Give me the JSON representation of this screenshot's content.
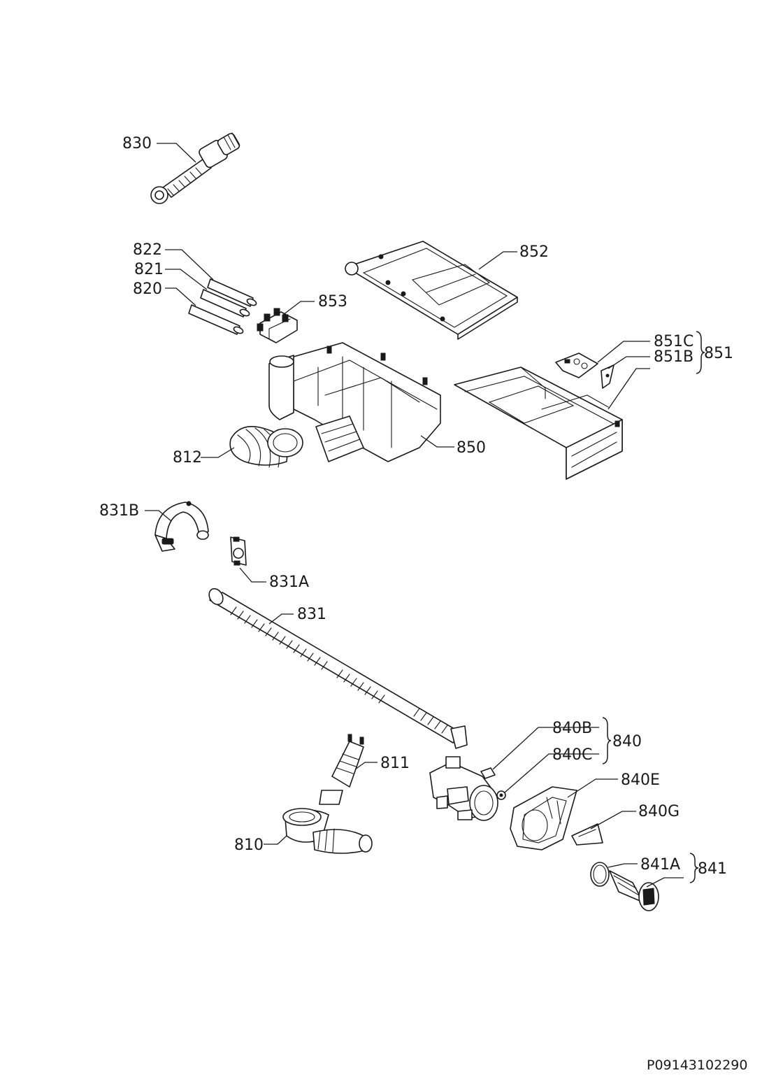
{
  "parts": {
    "p830": "830",
    "p822": "822",
    "p821": "821",
    "p820": "820",
    "p853": "853",
    "p852": "852",
    "p851": "851",
    "p851c": "851C",
    "p851b": "851B",
    "p812": "812",
    "p850": "850",
    "p831b": "831B",
    "p831a": "831A",
    "p831": "831",
    "p840": "840",
    "p840b": "840B",
    "p840c": "840C",
    "p840e": "840E",
    "p840g": "840G",
    "p811": "811",
    "p810": "810",
    "p841": "841",
    "p841a": "841A"
  },
  "reference_code": "P09143102290"
}
